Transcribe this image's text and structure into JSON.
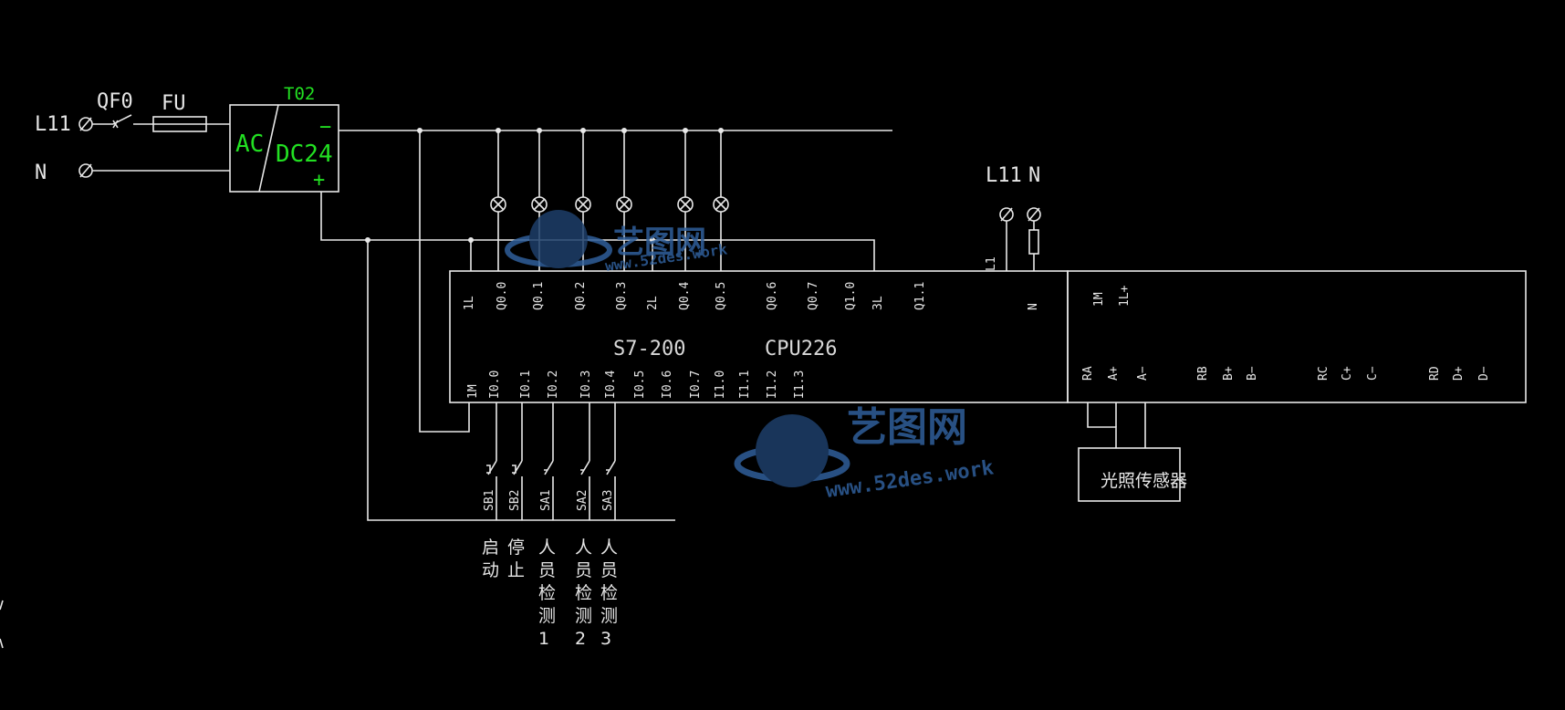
{
  "supply": {
    "line_label": "L11",
    "neutral_label": "N",
    "breaker_label": "QF0",
    "fuse_label": "FU"
  },
  "power_module": {
    "tag": "T02",
    "input_label": "AC",
    "output_label": "DC24",
    "minus_label": "−",
    "plus_label": "+"
  },
  "plc": {
    "model": "S7-200",
    "cpu": "CPU226",
    "top_terminals": [
      "1L",
      "Q0.0",
      "Q0.1",
      "Q0.2",
      "Q0.3",
      "2L",
      "Q0.4",
      "Q0.5",
      "Q0.6",
      "Q0.7",
      "Q1.0",
      "3L",
      "Q1.1",
      "L1",
      "N"
    ],
    "bottom_terminals": [
      "1M",
      "I0.0",
      "I0.1",
      "I0.2",
      "I0.3",
      "I0.4",
      "I0.5",
      "I0.6",
      "I0.7",
      "I1.0",
      "I1.1",
      "I1.2",
      "I1.3"
    ]
  },
  "analog_module": {
    "top_terminals": [
      "1M",
      "1L+"
    ],
    "bottom_terminals": [
      "RA",
      "A+",
      "A−",
      "RB",
      "B+",
      "B−",
      "RC",
      "C+",
      "C−",
      "RD",
      "D+",
      "D−"
    ]
  },
  "plc_supply": {
    "l_label": "L11",
    "n_label": "N"
  },
  "sensor": {
    "label": "光照传感器"
  },
  "switches": [
    {
      "tag": "SB1",
      "desc": [
        "启",
        "动"
      ]
    },
    {
      "tag": "SB2",
      "desc": [
        "停",
        "止"
      ]
    },
    {
      "tag": "SA1",
      "desc": [
        "人",
        "员",
        "检",
        "测",
        "1"
      ]
    },
    {
      "tag": "SA2",
      "desc": [
        "人",
        "员",
        "检",
        "测",
        "2"
      ]
    },
    {
      "tag": "SA3",
      "desc": [
        "人",
        "员",
        "检",
        "测",
        "3"
      ]
    }
  ],
  "watermark": {
    "brand": "艺图网",
    "url": "www.52des.work"
  },
  "colors": {
    "background": "#000000",
    "lines": "#e8e8e8",
    "power_text": "#22e022",
    "watermark": "#2f5f9a"
  }
}
